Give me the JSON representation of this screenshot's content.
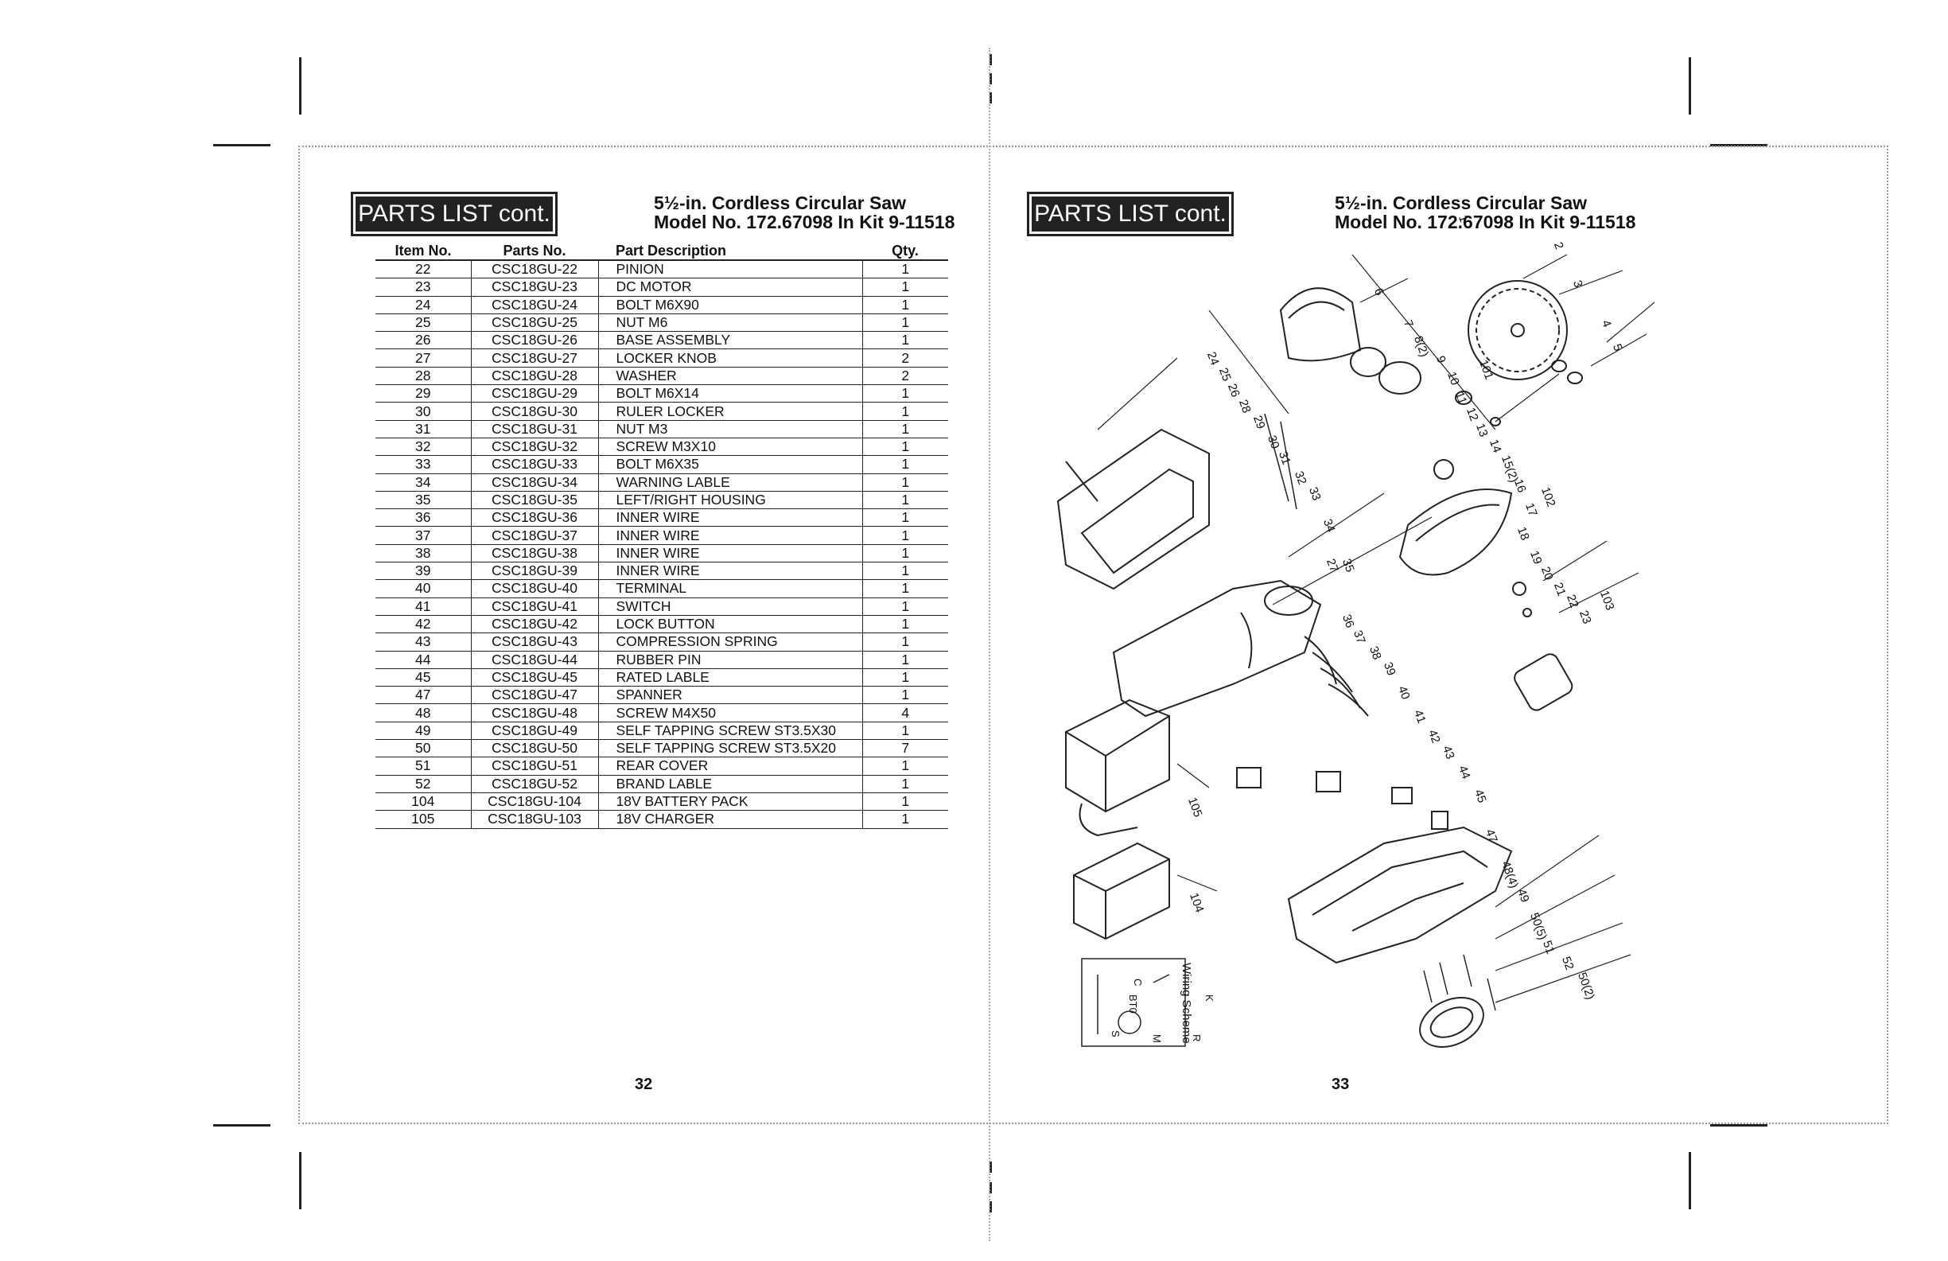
{
  "left_page": {
    "badge": "PARTS LIST cont.",
    "title_line1": "5½-in. Cordless Circular Saw",
    "title_line2": "Model No. 172.67098 In Kit 9-11518",
    "page_number": "32",
    "table": {
      "headers": [
        "Item No.",
        "Parts No.",
        "Part Description",
        "Qty."
      ],
      "rows": [
        [
          "22",
          "CSC18GU-22",
          "PINION",
          "1"
        ],
        [
          "23",
          "CSC18GU-23",
          "DC MOTOR",
          "1"
        ],
        [
          "24",
          "CSC18GU-24",
          "BOLT M6X90",
          "1"
        ],
        [
          "25",
          "CSC18GU-25",
          "NUT M6",
          "1"
        ],
        [
          "26",
          "CSC18GU-26",
          "BASE ASSEMBLY",
          "1"
        ],
        [
          "27",
          "CSC18GU-27",
          "LOCKER KNOB",
          "2"
        ],
        [
          "28",
          "CSC18GU-28",
          "WASHER",
          "2"
        ],
        [
          "29",
          "CSC18GU-29",
          "BOLT M6X14",
          "1"
        ],
        [
          "30",
          "CSC18GU-30",
          "RULER LOCKER",
          "1"
        ],
        [
          "31",
          "CSC18GU-31",
          "NUT M3",
          "1"
        ],
        [
          "32",
          "CSC18GU-32",
          "SCREW M3X10",
          "1"
        ],
        [
          "33",
          "CSC18GU-33",
          "BOLT M6X35",
          "1"
        ],
        [
          "34",
          "CSC18GU-34",
          "WARNING LABLE",
          "1"
        ],
        [
          "35",
          "CSC18GU-35",
          "LEFT/RIGHT HOUSING",
          "1"
        ],
        [
          "36",
          "CSC18GU-36",
          "INNER WIRE",
          "1"
        ],
        [
          "37",
          "CSC18GU-37",
          "INNER WIRE",
          "1"
        ],
        [
          "38",
          "CSC18GU-38",
          "INNER WIRE",
          "1"
        ],
        [
          "39",
          "CSC18GU-39",
          "INNER WIRE",
          "1"
        ],
        [
          "40",
          "CSC18GU-40",
          "TERMINAL",
          "1"
        ],
        [
          "41",
          "CSC18GU-41",
          "SWITCH",
          "1"
        ],
        [
          "42",
          "CSC18GU-42",
          "LOCK BUTTON",
          "1"
        ],
        [
          "43",
          "CSC18GU-43",
          "COMPRESSION SPRING",
          "1"
        ],
        [
          "44",
          "CSC18GU-44",
          "RUBBER PIN",
          "1"
        ],
        [
          "45",
          "CSC18GU-45",
          "RATED LABLE",
          "1"
        ],
        [
          "47",
          "CSC18GU-47",
          "SPANNER",
          "1"
        ],
        [
          "48",
          "CSC18GU-48",
          "SCREW M4X50",
          "4"
        ],
        [
          "49",
          "CSC18GU-49",
          "SELF TAPPING SCREW ST3.5X30",
          "1"
        ],
        [
          "50",
          "CSC18GU-50",
          "SELF TAPPING SCREW ST3.5X20",
          "7"
        ],
        [
          "51",
          "CSC18GU-51",
          "REAR COVER",
          "1"
        ],
        [
          "52",
          "CSC18GU-52",
          "BRAND LABLE",
          "1"
        ],
        [
          "104",
          "CSC18GU-104",
          "18V BATTERY PACK",
          "1"
        ],
        [
          "105",
          "CSC18GU-103",
          "18V CHARGER",
          "1"
        ]
      ]
    }
  },
  "right_page": {
    "badge": "PARTS LIST cont.",
    "title_line1": "5½-in. Cordless Circular Saw",
    "title_line2": "Model No. 172.67098 In Kit 9-11518",
    "page_number": "33",
    "diagram_labels": [
      "1",
      "2",
      "3",
      "4",
      "5",
      "6",
      "7",
      "8(2)",
      "9",
      "10",
      "11",
      "12",
      "13",
      "14",
      "15(2)",
      "16",
      "17",
      "18",
      "19",
      "20",
      "21",
      "22",
      "23",
      "24",
      "25",
      "26",
      "27",
      "28",
      "29",
      "30",
      "31",
      "32",
      "33",
      "34",
      "35",
      "36",
      "37",
      "38",
      "39",
      "40",
      "41",
      "42",
      "43",
      "44",
      "45",
      "47",
      "48(4)",
      "49",
      "50(5)",
      "51",
      "52",
      "50(2)",
      "101",
      "102",
      "103",
      "104",
      "105"
    ],
    "wiring_label": "Wiring Scheme",
    "wiring_parts": [
      "C",
      "BT0",
      "K",
      "S",
      "R",
      "M"
    ]
  }
}
